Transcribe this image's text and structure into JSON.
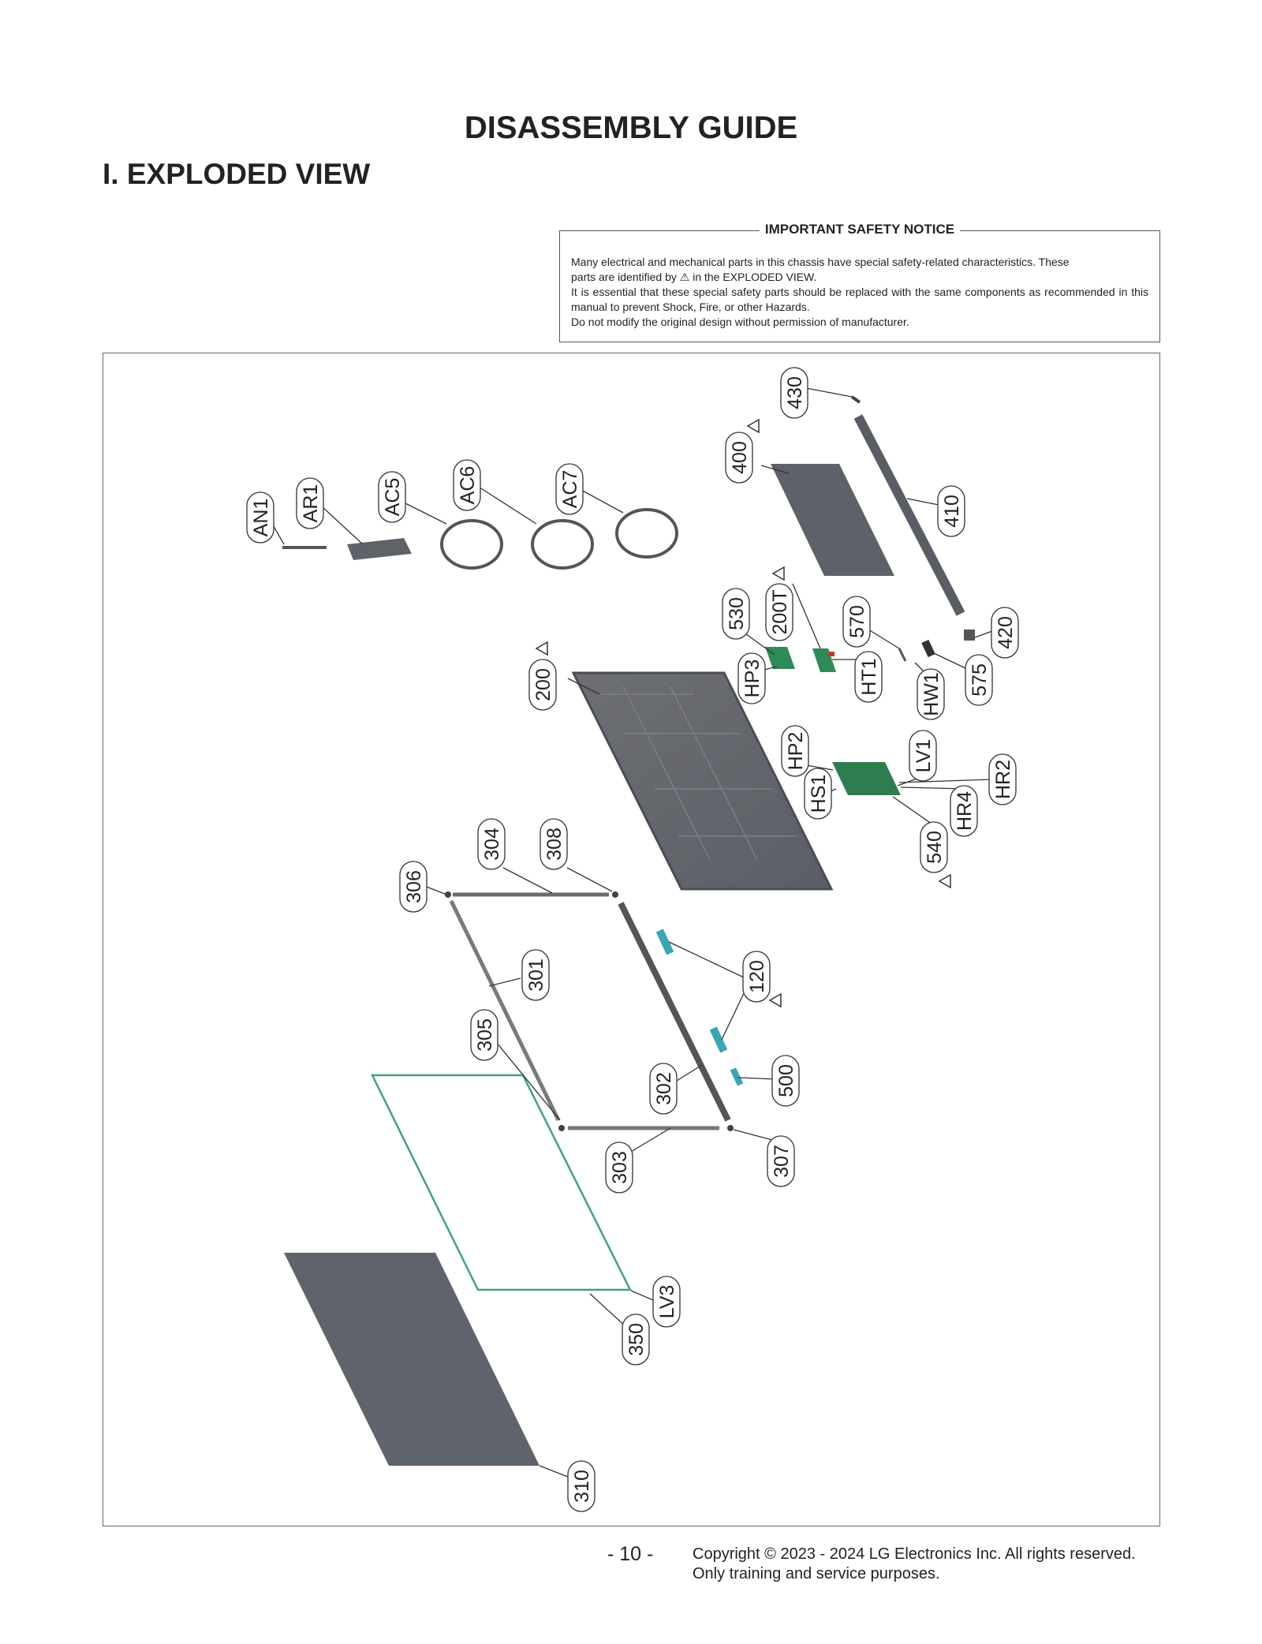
{
  "header": {
    "title": "DISASSEMBLY GUIDE",
    "section": "I. EXPLODED VIEW"
  },
  "notice": {
    "title": "IMPORTANT SAFETY NOTICE",
    "line1a": "Many electrical and mechanical parts in this chassis have special safety-related characteristics. These",
    "line1b_pre": "parts are identified by",
    "line1b_post": "in the EXPLODED VIEW.",
    "line2": "It is essential that these special safety parts should be replaced with the same components as recommended in this manual to prevent Shock, Fire, or other Hazards.",
    "line3": "Do not modify the original design without permission of manufacturer."
  },
  "parts": {
    "an1": "AN1",
    "ar1": "AR1",
    "ac5": "AC5",
    "ac6": "AC6",
    "ac7": "AC7",
    "p430": "430",
    "p400": "400",
    "p410": "410",
    "p420": "420",
    "p575": "575",
    "p570": "570",
    "hw1": "HW1",
    "ht1": "HT1",
    "p200t": "200T",
    "p530": "530",
    "hp3": "HP3",
    "p200": "200",
    "hp2": "HP2",
    "hs1": "HS1",
    "lv1": "LV1",
    "hr2": "HR2",
    "hr4": "HR4",
    "p540": "540",
    "p304": "304",
    "p308": "308",
    "p306": "306",
    "p301": "301",
    "p120": "120",
    "p305": "305",
    "p302": "302",
    "p500": "500",
    "p303": "303",
    "p307": "307",
    "lv3": "LV3",
    "p350": "350",
    "p310": "310"
  },
  "footer": {
    "page": "- 10 -",
    "copyright": "Copyright © 2023 - 2024 LG Electronics Inc. All rights reserved.",
    "note": "Only training and service purposes."
  }
}
